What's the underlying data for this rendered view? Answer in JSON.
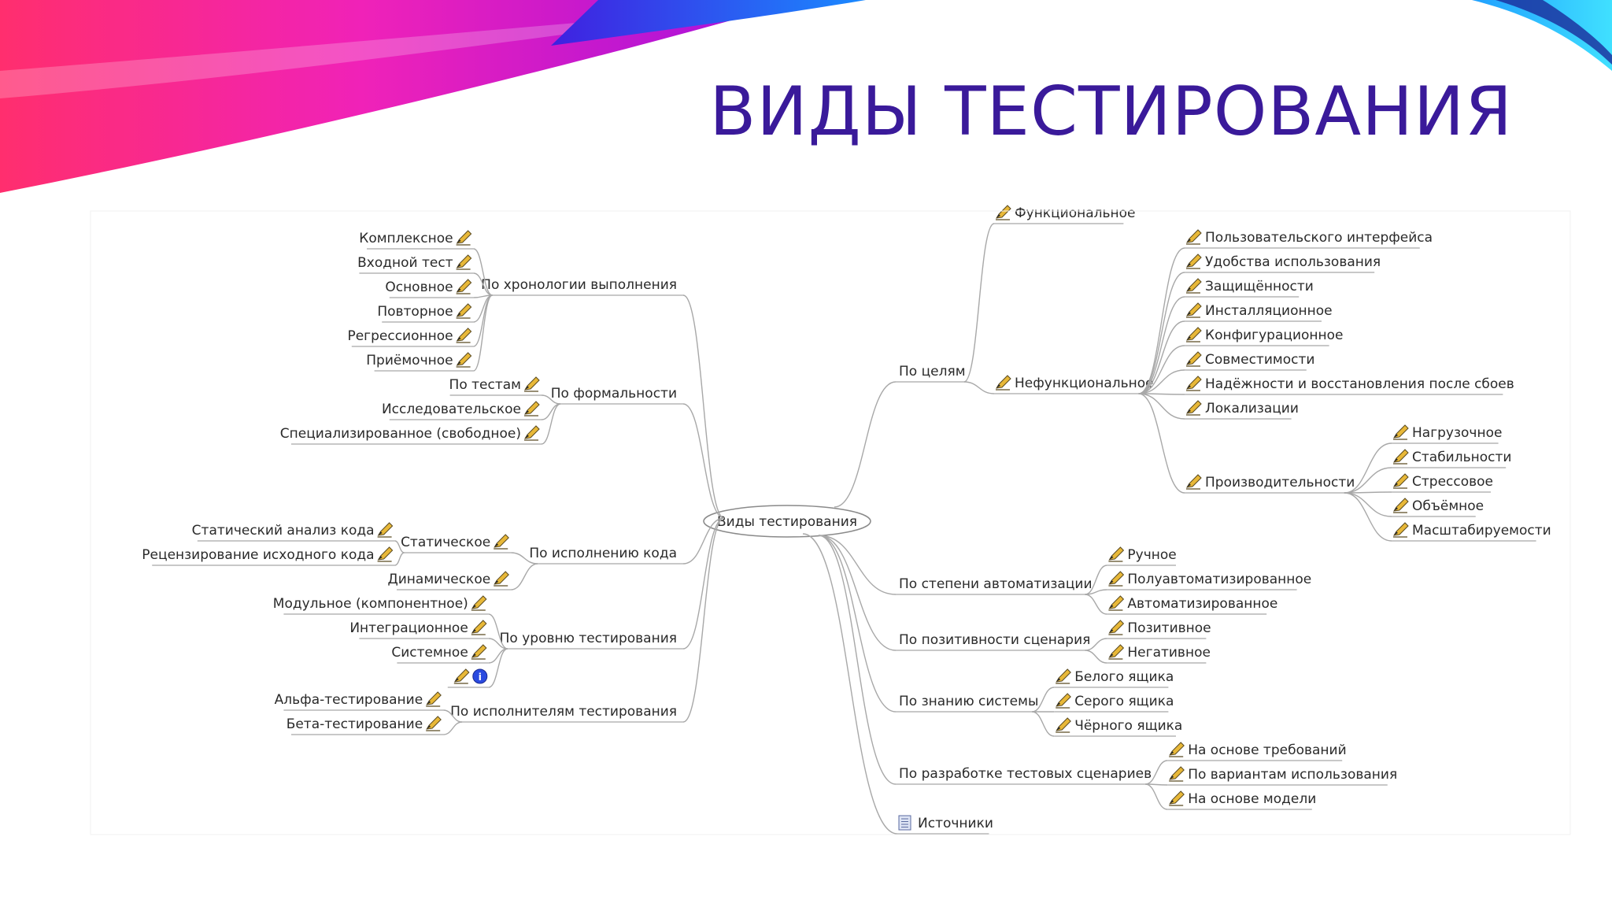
{
  "slide": {
    "title": "ВИДЫ ТЕСТИРОВАНИЯ",
    "colors": {
      "title": "#3a1a9a",
      "accent_pink": "#ff2a8a",
      "accent_purple": "#b01ad0",
      "accent_blue": "#1a5aff",
      "accent_cyan": "#20c0f0"
    }
  },
  "mindmap": {
    "root": "Виды тестирования",
    "left_branches": [
      {
        "label": "По хронологии выполнения",
        "children": [
          {
            "label": "Комплексное",
            "icon": "pencil-icon"
          },
          {
            "label": "Входной тест",
            "icon": "pencil-icon"
          },
          {
            "label": "Основное",
            "icon": "pencil-icon"
          },
          {
            "label": "Повторное",
            "icon": "pencil-icon"
          },
          {
            "label": "Регрессионное",
            "icon": "pencil-icon"
          },
          {
            "label": "Приёмочное",
            "icon": "pencil-icon"
          }
        ]
      },
      {
        "label": "По формальности",
        "children": [
          {
            "label": "По тестам",
            "icon": "pencil-icon"
          },
          {
            "label": "Исследовательское",
            "icon": "pencil-icon"
          },
          {
            "label": "Специализированное (свободное)",
            "icon": "pencil-icon"
          }
        ]
      },
      {
        "label": "По исполнению кода",
        "children": [
          {
            "label": "Статическое",
            "icon": "pencil-icon",
            "children": [
              {
                "label": "Статический анализ кода",
                "icon": "pencil-icon"
              },
              {
                "label": "Рецензирование исходного кода",
                "icon": "pencil-icon"
              }
            ]
          },
          {
            "label": "Динамическое",
            "icon": "pencil-icon"
          }
        ]
      },
      {
        "label": "По уровню тестирования",
        "children": [
          {
            "label": "Модульное (компонентное)",
            "icon": "pencil-icon"
          },
          {
            "label": "Интеграционное",
            "icon": "pencil-icon"
          },
          {
            "label": "Системное",
            "icon": "pencil-icon"
          },
          {
            "label": "",
            "icon": "pencil-icon",
            "extra_icon": "info-icon"
          }
        ]
      },
      {
        "label": "По исполнителям тестирования",
        "children": [
          {
            "label": "Альфа-тестирование",
            "icon": "pencil-icon"
          },
          {
            "label": "Бета-тестирование",
            "icon": "pencil-icon"
          }
        ]
      }
    ],
    "right_branches": [
      {
        "label": "По целям",
        "children": [
          {
            "label": "Функциональное",
            "icon": "pencil-icon"
          },
          {
            "label": "Нефункциональное",
            "icon": "pencil-icon",
            "children": [
              {
                "label": "Пользовательского интерфейса",
                "icon": "pencil-icon"
              },
              {
                "label": "Удобства использования",
                "icon": "pencil-icon"
              },
              {
                "label": "Защищённости",
                "icon": "pencil-icon"
              },
              {
                "label": "Инсталляционное",
                "icon": "pencil-icon"
              },
              {
                "label": "Конфигурационное",
                "icon": "pencil-icon"
              },
              {
                "label": "Совместимости",
                "icon": "pencil-icon"
              },
              {
                "label": "Надёжности и восстановления после сбоев",
                "icon": "pencil-icon"
              },
              {
                "label": "Локализации",
                "icon": "pencil-icon"
              },
              {
                "label": "Производительности",
                "icon": "pencil-icon",
                "children": [
                  {
                    "label": "Нагрузочное",
                    "icon": "pencil-icon"
                  },
                  {
                    "label": "Стабильности",
                    "icon": "pencil-icon"
                  },
                  {
                    "label": "Стрессовое",
                    "icon": "pencil-icon"
                  },
                  {
                    "label": "Объёмное",
                    "icon": "pencil-icon"
                  },
                  {
                    "label": "Масштабируемости",
                    "icon": "pencil-icon"
                  }
                ]
              }
            ]
          }
        ]
      },
      {
        "label": "По степени автоматизации",
        "children": [
          {
            "label": "Ручное",
            "icon": "pencil-icon"
          },
          {
            "label": "Полуавтоматизированное",
            "icon": "pencil-icon"
          },
          {
            "label": "Автоматизированное",
            "icon": "pencil-icon"
          }
        ]
      },
      {
        "label": "По позитивности сценария",
        "children": [
          {
            "label": "Позитивное",
            "icon": "pencil-icon"
          },
          {
            "label": "Негативное",
            "icon": "pencil-icon"
          }
        ]
      },
      {
        "label": "По знанию системы",
        "children": [
          {
            "label": "Белого ящика",
            "icon": "pencil-icon"
          },
          {
            "label": "Серого ящика",
            "icon": "pencil-icon"
          },
          {
            "label": "Чёрного ящика",
            "icon": "pencil-icon"
          }
        ]
      },
      {
        "label": "По разработке тестовых сценариев",
        "children": [
          {
            "label": "На основе требований",
            "icon": "pencil-icon"
          },
          {
            "label": "По вариантам использования",
            "icon": "pencil-icon"
          },
          {
            "label": "На основе модели",
            "icon": "pencil-icon"
          }
        ]
      },
      {
        "label": "Источники",
        "icon": "document-icon",
        "children": []
      }
    ]
  }
}
